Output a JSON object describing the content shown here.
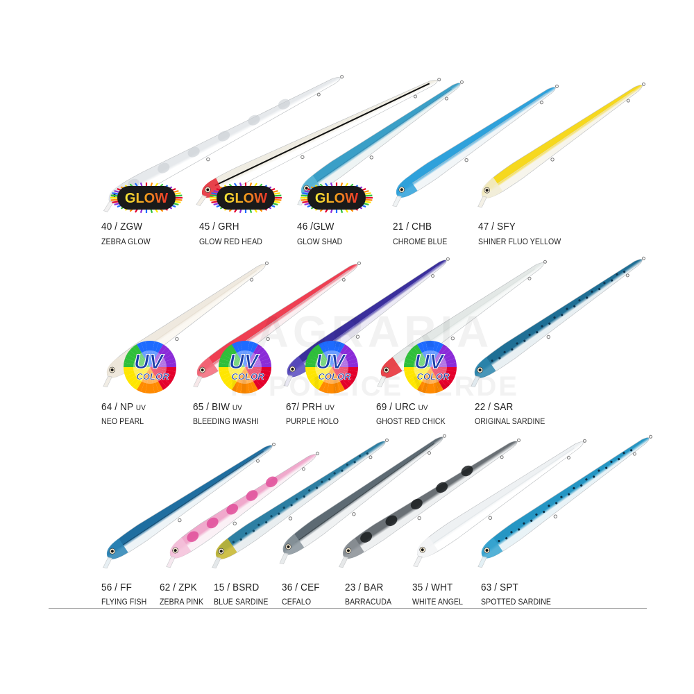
{
  "watermark": {
    "line1": "AGRARIA",
    "line2": "IL POLLICE VERDE"
  },
  "badges": {
    "glow": "GLOW",
    "uv_top": "UV",
    "uv_bottom": "COLOR"
  },
  "rows": [
    [
      {
        "code": "40 / ZGW",
        "uv": "",
        "name": "ZEBRA GLOW",
        "badge": "glow",
        "colors": {
          "back": "#e6e9ec",
          "belly": "#ffffff",
          "head": "#dfe3e6",
          "lip": "#f1eff0",
          "pattern": "#c9ced3"
        }
      },
      {
        "code": "45 / GRH",
        "uv": "",
        "name": "GLOW RED HEAD",
        "badge": "glow",
        "colors": {
          "back": "#efece2",
          "belly": "#ffffff",
          "head": "#e52430",
          "lip": "#f3ede4",
          "pattern": "#111111"
        }
      },
      {
        "code": "46 /GLW",
        "uv": "",
        "name": "GLOW SHAD",
        "badge": "glow",
        "colors": {
          "back": "#3a9fc7",
          "belly": "#eef4f4",
          "head": "#5fb7d6",
          "lip": "#e7f0f2",
          "pattern": "#2a7fa8"
        }
      },
      {
        "code": "21 / CHB",
        "uv": "",
        "name": "CHROME BLUE",
        "badge": "",
        "colors": {
          "back": "#2ea1db",
          "belly": "#f2f6f8",
          "head": "#2ea1db",
          "lip": "#eef2f3",
          "pattern": "#b9c7d0"
        }
      },
      {
        "code": "47 / SFY",
        "uv": "",
        "name": "SHINER FLUO YELLOW",
        "badge": "",
        "colors": {
          "back": "#f6d81e",
          "belly": "#f7f5ec",
          "head": "#f1ecd6",
          "lip": "#f3f0e4",
          "pattern": "#e9e2c4"
        }
      }
    ],
    [
      {
        "code": "64 / NP",
        "uv": "UV",
        "name": "NEO PEARL",
        "badge": "uv",
        "colors": {
          "back": "#efe9df",
          "belly": "#fbf8f2",
          "head": "#ece5d8",
          "lip": "#f0ebe2",
          "pattern": "#e4dccd"
        }
      },
      {
        "code": "65 / BIW",
        "uv": "UV",
        "name": "BLEEDING IWASHI",
        "badge": "uv",
        "colors": {
          "back": "#ef3f52",
          "belly": "#fbeff1",
          "head": "#f26a7a",
          "lip": "#f6e5e7",
          "pattern": "#c9ced6"
        }
      },
      {
        "code": "67/ PRH",
        "uv": "UV",
        "name": "PURPLE HOLO",
        "badge": "uv",
        "colors": {
          "back": "#3a2f9c",
          "belly": "#eceaf5",
          "head": "#5a4cc0",
          "lip": "#e6e4f1",
          "pattern": "#8a82d0"
        }
      },
      {
        "code": "69 / URC",
        "uv": "UV",
        "name": "GHOST RED CHICK",
        "badge": "uv",
        "colors": {
          "back": "#e3e8e6",
          "belly": "#f7f9f8",
          "head": "#e8282f",
          "lip": "#eef1f0",
          "pattern": "#d7dedb"
        }
      },
      {
        "code": "22 / SAR",
        "uv": "",
        "name": "ORIGINAL SARDINE",
        "badge": "",
        "colors": {
          "back": "#1f6f95",
          "belly": "#e9f0f3",
          "head": "#2b86ad",
          "lip": "#dde7ec",
          "pattern": "#0d3550"
        }
      }
    ],
    [
      {
        "code": "56 / FF",
        "uv": "",
        "name": "FLYING FISH",
        "badge": "",
        "colors": {
          "back": "#1f6ea0",
          "belly": "#eef4f7",
          "head": "#2a84b5",
          "lip": "#e4edf2",
          "pattern": "#0e3a5a"
        }
      },
      {
        "code": "62 / ZPK",
        "uv": "",
        "name": "ZEBRA PINK",
        "badge": "",
        "colors": {
          "back": "#f0a9cc",
          "belly": "#fbf1f6",
          "head": "#f5c2db",
          "lip": "#f5e7ee",
          "pattern": "#e04f9a"
        }
      },
      {
        "code": "15 / BSRD",
        "uv": "",
        "name": "BLUE SARDINE",
        "badge": "",
        "colors": {
          "back": "#2d7fa3",
          "belly": "#e9eef0",
          "head": "#c9b72b",
          "lip": "#e1e6e8",
          "pattern": "#0f4560"
        }
      },
      {
        "code": "36 / CEF",
        "uv": "",
        "name": "CEFALO",
        "badge": "",
        "colors": {
          "back": "#5d6a73",
          "belly": "#f0f2f3",
          "head": "#8a959c",
          "lip": "#e6e9ea",
          "pattern": "#2e363b"
        }
      },
      {
        "code": "23 / BAR",
        "uv": "",
        "name": "BARRACUDA",
        "badge": "",
        "colors": {
          "back": "#6a7075",
          "belly": "#eef0f1",
          "head": "#8b9196",
          "lip": "#e3e6e7",
          "pattern": "#1a1d20"
        }
      },
      {
        "code": "35 / WHT",
        "uv": "",
        "name": "WHITE ANGEL",
        "badge": "",
        "colors": {
          "back": "#eef1f3",
          "belly": "#ffffff",
          "head": "#f3f5f6",
          "lip": "#eef0f1",
          "pattern": "#dde3e6"
        }
      },
      {
        "code": "63 / SPT",
        "uv": "",
        "name": "SPOTTED SARDINE",
        "badge": "",
        "colors": {
          "back": "#2596c4",
          "belly": "#e9f3f7",
          "head": "#3aa6d1",
          "lip": "#e0eef4",
          "pattern": "#0b2d42"
        }
      }
    ]
  ]
}
